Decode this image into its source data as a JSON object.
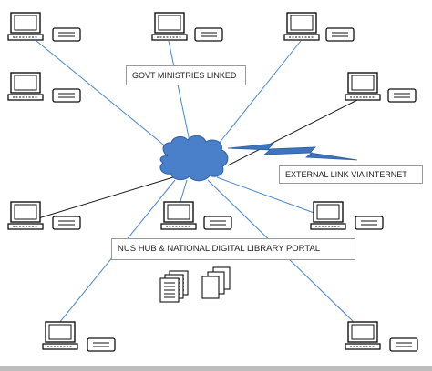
{
  "labels": {
    "govt": "GOVT MINISTRIES LINKED",
    "external": "EXTERNAL LINK VIA INTERNET",
    "nus": "NUS HUB & NATIONAL DIGITAL LIBRARY PORTAL"
  },
  "colors": {
    "cloud_fill": "#4a7fc9",
    "cloud_stroke": "#2f5f9e",
    "blue_link": "#4a86c8",
    "black_link": "#1a1a1a",
    "lightning": "#3f73c0"
  },
  "icons": {
    "computer": "desktop-computer-icon",
    "keyboard": "keyboard-icon",
    "cloud": "network-cloud-icon",
    "lightning": "internet-link-lightning-icon",
    "documents": "documents-icon"
  }
}
